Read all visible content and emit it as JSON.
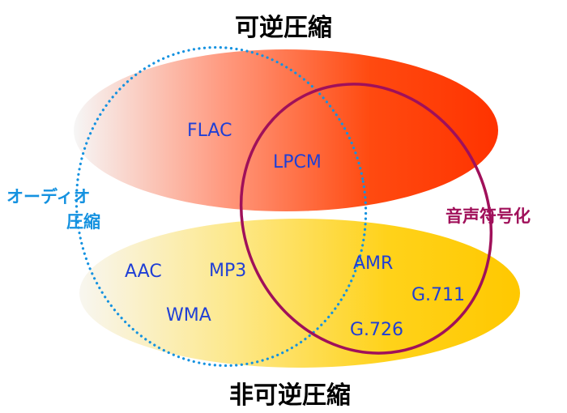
{
  "titles": {
    "top": "可逆圧縮",
    "bottom": "非可逆圧縮"
  },
  "sets": {
    "audio_compression": {
      "line1": "オーディオ",
      "line2": "圧縮",
      "color": "#1592e0"
    },
    "voice_coding": {
      "label": "音声符号化",
      "color": "#a0105a"
    },
    "lossless": {
      "color_start": "#f6f6f6",
      "color_end": "#ff3300"
    },
    "lossy": {
      "color_start": "#f6f6f6",
      "color_end": "#ffcc00"
    }
  },
  "formats": {
    "flac": "FLAC",
    "lpcm": "LPCM",
    "aac": "AAC",
    "mp3": "MP3",
    "wma": "WMA",
    "amr": "AMR",
    "g711": "G.711",
    "g726": "G.726",
    "color": "#1f3fd6"
  }
}
